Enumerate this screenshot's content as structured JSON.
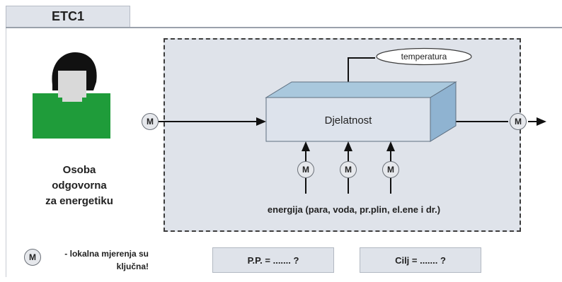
{
  "tab": {
    "title": "ETC1"
  },
  "person": {
    "label_lines": [
      "Osoba",
      "odgovorna",
      "za energetiku"
    ]
  },
  "process": {
    "label": "Djelatnost"
  },
  "temperature": {
    "label": "temperatura"
  },
  "meter": {
    "symbol": "M"
  },
  "energy": {
    "label": "energija (para, voda, pr.plin, el.ene i dr.)"
  },
  "legend": {
    "symbol": "M",
    "text": "- lokalna mjerenja su ključna!"
  },
  "boxes": [
    {
      "label": "P.P. = ....... ?"
    },
    {
      "label": "Cilj = ....... ?"
    }
  ],
  "colors": {
    "region_bg": "#dfe3ea",
    "box_front": "#dde3ec",
    "box_top": "#a9c8dd",
    "box_side": "#8fb3d1",
    "person_shirt": "#1f9c3a",
    "person_hair": "#111111",
    "person_face": "#d9d9d9"
  }
}
